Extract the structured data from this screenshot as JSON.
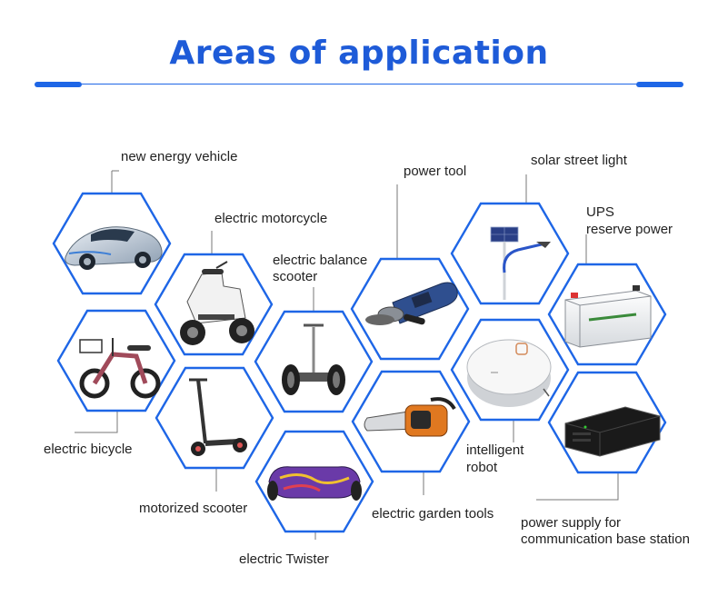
{
  "header": {
    "title": "Areas of application"
  },
  "colors": {
    "accent": "#1e66e6",
    "title": "#1e5bd8"
  },
  "labels": {
    "new_energy_vehicle": "new energy vehicle",
    "electric_motorcycle": "electric motorcycle",
    "electric_balance_scooter_1": "electric balance",
    "electric_balance_scooter_2": "scooter",
    "power_tool": "power tool",
    "solar_street_light": "solar street light",
    "ups_1": "UPS",
    "ups_2": "reserve power",
    "electric_bicycle": "electric bicycle",
    "motorized_scooter": "motorized scooter",
    "electric_twister": "electric Twister",
    "electric_garden_tools": "electric garden tools",
    "intelligent_robot_1": "intelligent",
    "intelligent_robot_2": "robot",
    "power_supply_1": "power supply for",
    "power_supply_2": "communication base station"
  },
  "icons": [
    "car-icon",
    "motorcycle-icon",
    "balance-scooter-icon",
    "angle-grinder-icon",
    "street-light-icon",
    "battery-icon",
    "bicycle-icon",
    "kick-scooter-icon",
    "hoverboard-icon",
    "chainsaw-icon",
    "robot-vacuum-icon",
    "power-supply-icon"
  ]
}
